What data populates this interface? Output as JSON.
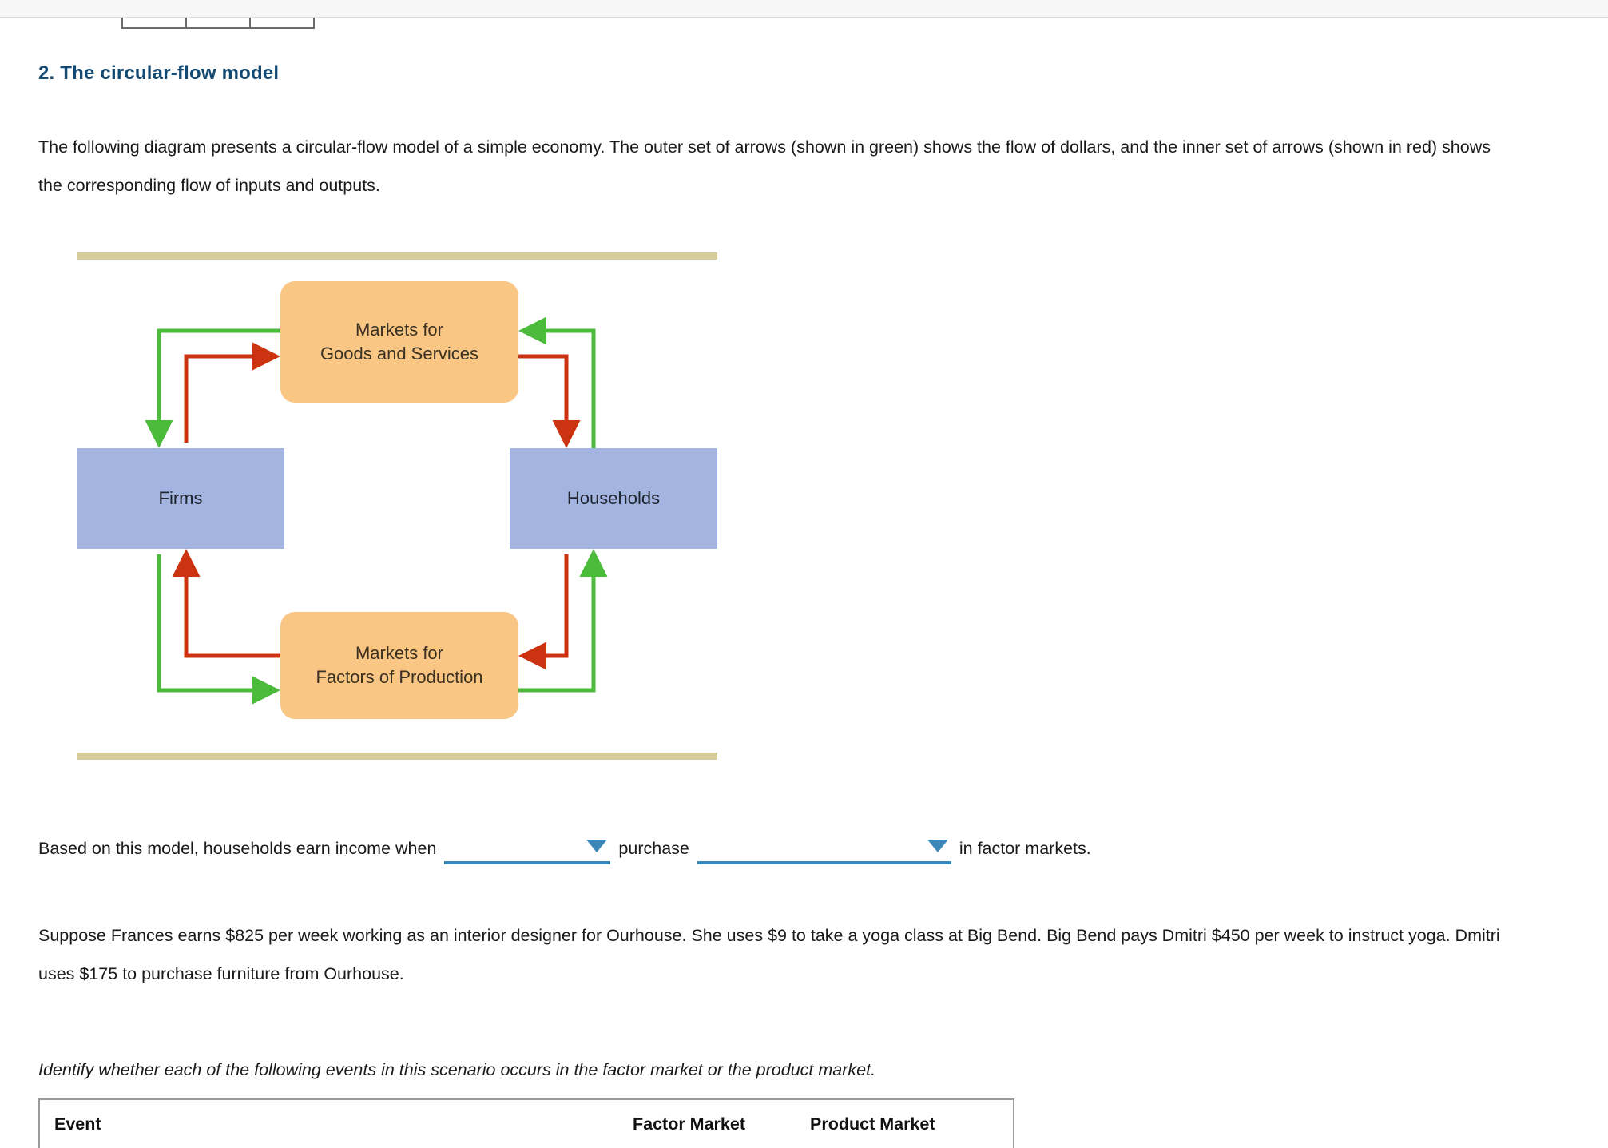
{
  "question": {
    "number_title": "2. The circular-flow model",
    "intro": "The following diagram presents a circular-flow model of a simple economy. The outer set of arrows (shown in green) shows the flow of dollars, and the inner set of arrows (shown in red) shows the corresponding flow of inputs and outputs.",
    "scenario": "Suppose Frances earns $825 per week working as an interior designer for Ourhouse. She uses $9 to take a yoga class at Big Bend. Big Bend pays Dmitri $450 per week to instruct yoga. Dmitri uses $175 to purchase furniture from Ourhouse.",
    "identify_instruction": "Identify whether each of the following events in this scenario occurs in the factor market or the product market."
  },
  "diagram": {
    "nodes": {
      "goods_market": "Markets for\nGoods and Services",
      "goods_market_line1": "Markets for",
      "goods_market_line2": "Goods and Services",
      "factors_market_line1": "Markets for",
      "factors_market_line2": "Factors of Production",
      "firms": "Firms",
      "households": "Households"
    },
    "colors": {
      "dollars_flow": "#4cbb3c",
      "inputs_outputs_flow": "#cc3311",
      "market_box": "#fac684",
      "agent_box": "#a3b4e0",
      "rule": "#d6cb9b"
    },
    "legend": {
      "green_meaning": "flow of dollars",
      "red_meaning": "flow of inputs and outputs"
    }
  },
  "fill_in": {
    "prefix": "Based on this model, households earn income when",
    "middle": "purchase",
    "suffix": "in factor markets.",
    "dropdown_1_value": "",
    "dropdown_2_value": ""
  },
  "event_table": {
    "headers": {
      "event": "Event",
      "factor_market": "Factor Market",
      "product_market": "Product Market"
    }
  }
}
